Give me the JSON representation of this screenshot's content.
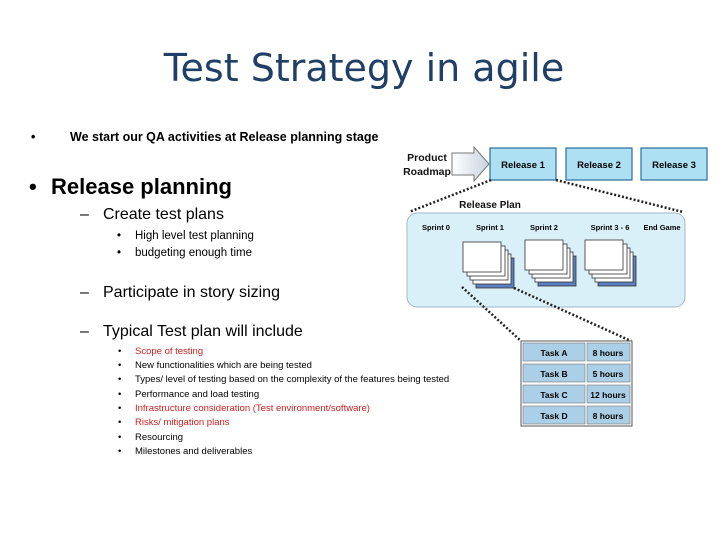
{
  "title": "Test Strategy in agile",
  "bullets": {
    "intro": "We start our QA activities at Release planning stage",
    "release_planning": "Release planning",
    "create_test_plans": "Create test plans",
    "high_level": "High level test planning",
    "budgeting": "budgeting enough time",
    "story_sizing": "Participate in story sizing",
    "typical_plan": "Typical Test plan will include",
    "items": [
      "Scope of testing",
      "New functionalities which are being tested",
      "Types/ level of testing based on the complexity of the features being tested",
      "Performance and load testing",
      "Infrastructure consideration (Test environment/software)",
      "Risks/ mitigation plans",
      "Resourcing",
      "Milestones and deliverables"
    ]
  },
  "diagram": {
    "product_roadmap": [
      "Product",
      "Roadmap"
    ],
    "releases": [
      "Release 1",
      "Release 2",
      "Release 3"
    ],
    "release_plan": "Release Plan",
    "sprints": [
      "Sprint 0",
      "Sprint 1",
      "Sprint 2",
      "Sprint 3 - 6",
      "End Game"
    ],
    "tasks": [
      {
        "name": "Task A",
        "hours": "8 hours"
      },
      {
        "name": "Task B",
        "hours": "5 hours"
      },
      {
        "name": "Task C",
        "hours": "12 hours"
      },
      {
        "name": "Task D",
        "hours": "8 hours"
      }
    ]
  },
  "colors": {
    "title": "#1f3f66",
    "highlight": "#d02020",
    "box_fill": "#aee0f4",
    "box_stroke": "#2a6d9e",
    "panel_fill": "#daf0f8",
    "card_blue": "#5c7fbf",
    "task_fill": "#aacfe6"
  }
}
